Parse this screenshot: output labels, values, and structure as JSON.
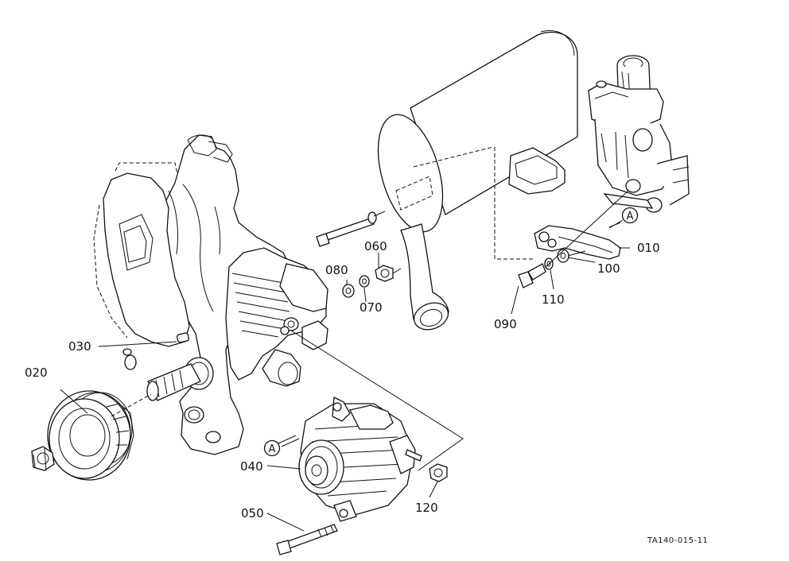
{
  "diagram": {
    "reference": "TA140-015-11",
    "callouts": [
      {
        "id": "p010",
        "text": "010"
      },
      {
        "id": "p020",
        "text": "020"
      },
      {
        "id": "p030",
        "text": "030"
      },
      {
        "id": "p040",
        "text": "040"
      },
      {
        "id": "p050",
        "text": "050"
      },
      {
        "id": "p060",
        "text": "060"
      },
      {
        "id": "p070",
        "text": "070"
      },
      {
        "id": "p080",
        "text": "080"
      },
      {
        "id": "p090",
        "text": "090"
      },
      {
        "id": "p100",
        "text": "100"
      },
      {
        "id": "p110",
        "text": "110"
      },
      {
        "id": "p120",
        "text": "120"
      }
    ],
    "markers": [
      {
        "id": "mA1",
        "text": "A"
      },
      {
        "id": "mA2",
        "text": "A"
      }
    ]
  }
}
